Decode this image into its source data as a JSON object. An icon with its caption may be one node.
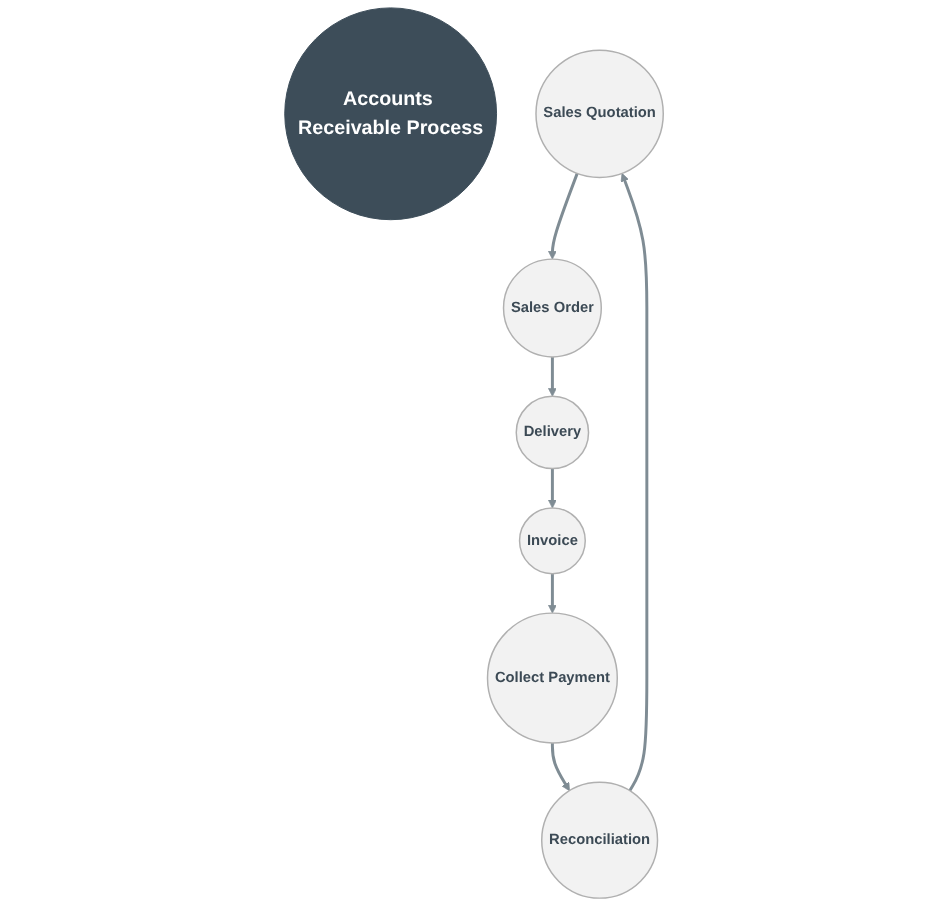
{
  "diagram": {
    "nodes": [
      {
        "text": [
          "Accounts Receivable Process"
        ]
      },
      {
        "text": [
          "Sales Quotation"
        ]
      },
      {
        "text": [
          "Sales Order"
        ]
      },
      {
        "text": [
          "Delivery"
        ]
      },
      {
        "text": [
          "Invoice"
        ]
      },
      {
        "text": [
          "Collect Payment"
        ]
      },
      {
        "text": [
          "Reconciliation"
        ]
      }
    ],
    "edges": [
      {
        "from": 1,
        "to": 2,
        "arrow": "to"
      },
      {
        "from": 2,
        "to": 3,
        "arrow": "to"
      },
      {
        "from": 3,
        "to": 4,
        "arrow": "to"
      },
      {
        "from": 4,
        "to": 5,
        "arrow": "to"
      },
      {
        "from": 5,
        "to": 6,
        "arrow": "to"
      },
      {
        "from": 6,
        "to": 1,
        "arrow": "to"
      }
    ]
  }
}
